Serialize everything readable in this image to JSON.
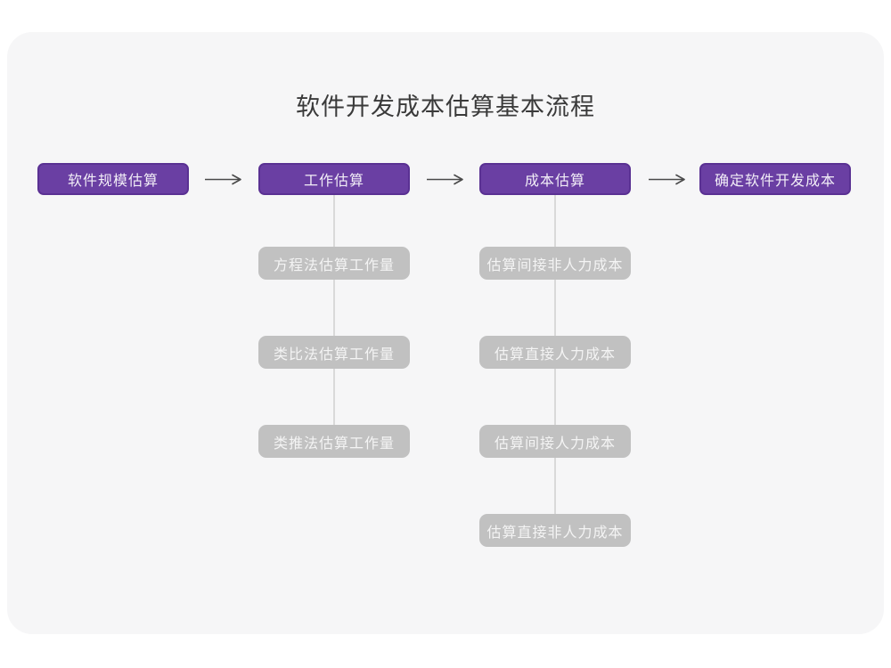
{
  "title": "软件开发成本估算基本流程",
  "colors": {
    "page_bg": "#ffffff",
    "card_bg": "#f6f6f7",
    "stage_fill": "#6a3fa3",
    "stage_border": "#5a3193",
    "stage_text": "#f2eef7",
    "substep_fill": "#c1c1c1",
    "substep_text": "#f4f4f4",
    "connector_line": "#d9d9d9",
    "arrow_stroke": "#4a4a4a",
    "title_text": "#3a3a3a"
  },
  "flow": {
    "stages": [
      {
        "label": "软件规模估算"
      },
      {
        "label": "工作估算"
      },
      {
        "label": "成本估算"
      },
      {
        "label": "确定软件开发成本"
      }
    ],
    "substeps": {
      "work_estimation": [
        "方程法估算工作量",
        "类比法估算工作量",
        "类推法估算工作量"
      ],
      "cost_estimation": [
        "估算间接非人力成本",
        "估算直接人力成本",
        "估算间接人力成本",
        "估算直接非人力成本"
      ]
    }
  }
}
